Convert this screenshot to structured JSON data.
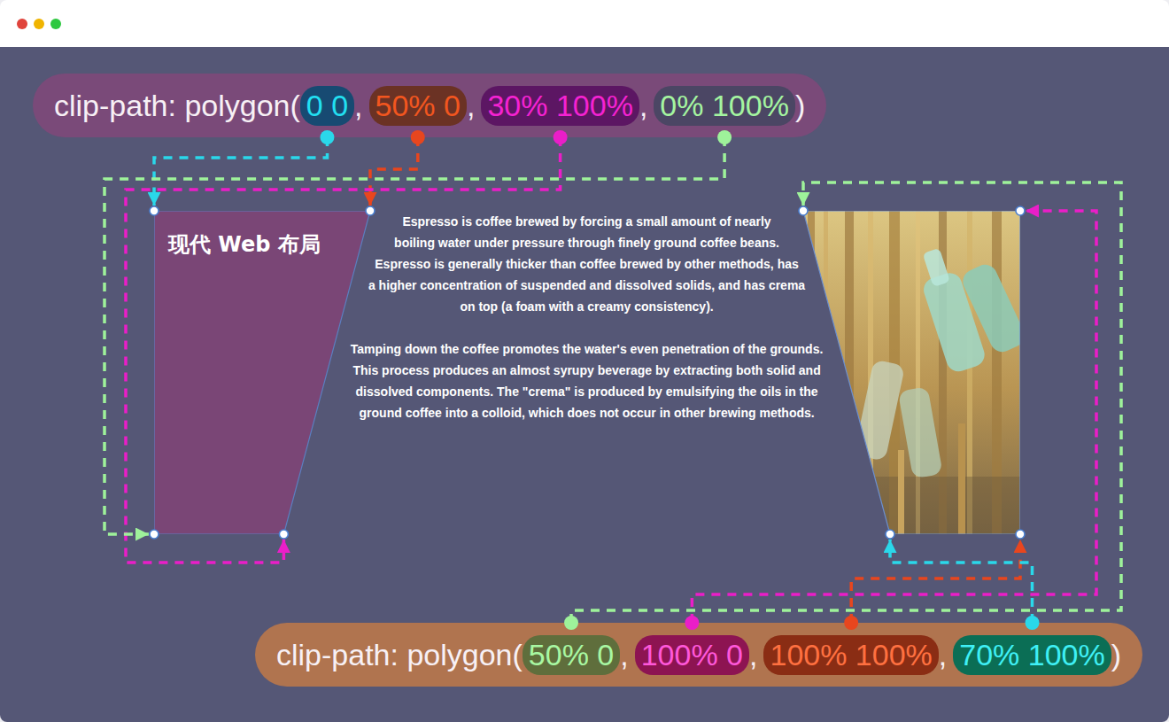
{
  "diagram": {
    "nodes": [
      {
        "text": [
          "clip-path: polygon(",
          "0 0",
          ",",
          "50% 0",
          ",",
          "30% 100%",
          ",",
          "0% 100%",
          ")"
        ]
      },
      {
        "text": [
          "现代 Web 布局"
        ]
      },
      {
        "text": [
          "clip-path: polygon(",
          "50% 0",
          ",",
          "100% 0",
          ",",
          "100% 100%",
          ",",
          "70% 100%",
          ")"
        ]
      }
    ],
    "edges": [
      {
        "from": 0,
        "to": 1,
        "arrow": "to"
      },
      {
        "from": 0,
        "to": 1,
        "arrow": "to"
      },
      {
        "from": 0,
        "to": 1,
        "arrow": "to"
      },
      {
        "from": 0,
        "to": 1,
        "arrow": "to"
      }
    ],
    "labels": [
      "Espresso is coffee brewed by forcing a small amount of nearly boiling water under pressure through finely ground coffee beans. Espresso is generally thicker than coffee brewed by other methods, has a higher concentration of suspended and dissolved solids, and has crema on top (a foam with a creamy consistency).",
      "Tamping down the coffee promotes the water's even penetration of the grounds. This process produces an almost syrupy beverage by extracting both solid and dissolved components. The \"crema\" is produced by emulsifying the oils in the ground coffee into a colloid, which does not occur in other brewing methods."
    ]
  }
}
